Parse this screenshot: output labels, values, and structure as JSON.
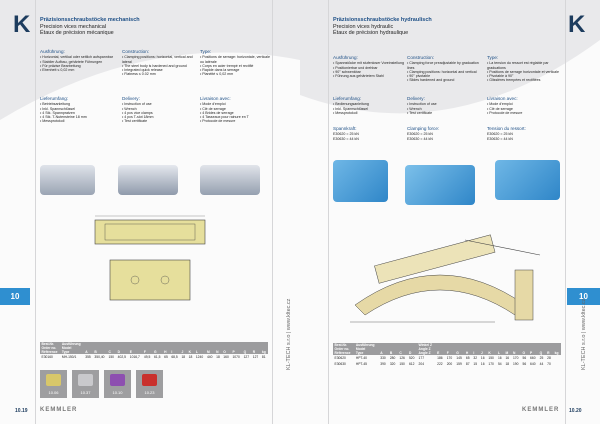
{
  "left": {
    "logo": "K",
    "title": [
      "Präzisionsschraubstöcke mechanisch",
      "Precision vices mechanical",
      "Étaux de précision mécanique"
    ],
    "columns": [
      {
        "heading": "Ausführung:",
        "items": [
          "• Horizontal, vertikal oder seitlich aufspannbar",
          "• Stabiler Aufbau, gehärtete Führungen",
          "• Für präzise Bearbeitung",
          "• Ebenheit ≤ 0,02 mm"
        ]
      },
      {
        "heading": "Construction:",
        "items": [
          "• Clamping positions: horizontal, vertical and lateral",
          "• The steel body is hardened and ground",
          "• Integrated quick release",
          "• Flatness ≤ 0.02 mm"
        ]
      },
      {
        "heading": "Type:",
        "items": [
          "• Positions de serrage: horizontale, verticale ou latérale",
          "• Corps en acier trempé et rectifié",
          "• Rapide dans la serrage",
          "• Planéité ≤ 0,02 mm"
        ]
      },
      {
        "heading": "Lieferumfang:",
        "items": [
          "• Betriebsanleitung",
          "• Inkl. Spannschlüssel",
          "• 4 Stk. Spannpratzen",
          "• 4 Stk. T-Nutensteine 18 mm",
          "• Messprotokoll"
        ]
      },
      {
        "heading": "Delivery:",
        "items": [
          "• Instruction of use",
          "• Wrench",
          "• 4 pcs vice clamps",
          "• 4 pcs T-slot 18mm",
          "• Test certificate"
        ]
      },
      {
        "heading": "Livraison avec:",
        "items": [
          "• Mode d'emploi",
          "• Clé de serrage",
          "• 4 Brides de serrage",
          "• 4 Tasseaux pour rainure en T",
          "• Protocole de mesure"
        ]
      }
    ],
    "table": {
      "headers": [
        "Best.Nr.\nOrder no.\nRéférence",
        "Ausführung\nModel\nType",
        "A",
        "B",
        "C",
        "D",
        "E",
        "F",
        "G",
        "H",
        "I",
        "J",
        "K",
        "L",
        "M",
        "N",
        "O",
        "P",
        "Q",
        "R",
        "kg"
      ],
      "rows": [
        [
          "E30160",
          "MH-150/1",
          "355",
          "350,40",
          "150",
          "402,5",
          "1016,7",
          "49,5",
          "61,5",
          "65",
          "68,5",
          "18",
          "18",
          "1240",
          "440",
          "18",
          "160",
          "1070",
          "127",
          "127",
          "81"
        ]
      ]
    },
    "accessories": [
      "10.06",
      "10.37",
      "10.10",
      "10.23"
    ],
    "page_number": "10.19",
    "brand": "KEMMLER",
    "side_tab": "10",
    "side_text": "KL-TECH s.r.o | www.kltec.cz"
  },
  "right": {
    "logo": "K",
    "title": [
      "Präzisionsschraubstöcke hydraulisch",
      "Precision vices hydraulic",
      "Étaux de précision hydraulique"
    ],
    "columns": [
      {
        "heading": "Ausführung:",
        "items": [
          "• Spannstöcke mit stufenloser Voreinstellung",
          "• Positionierbar und drehbar",
          "• 90° schwenkbar",
          "• Führung aus gehärtetem Stahl"
        ]
      },
      {
        "heading": "Construction:",
        "items": [
          "• Clamping force preadjustable by graduation lines",
          "• Clamping positions: horizontal and vertical",
          "• 90° pivotable",
          "• Slides hardened and ground"
        ]
      },
      {
        "heading": "Type:",
        "items": [
          "• La tension du ressort est réglable par graduations",
          "• Positions de serrage horizontale et verticale",
          "• Pivotable à 90°",
          "• Glissières trempées et rectifiées"
        ]
      },
      {
        "heading": "Lieferumfang:",
        "items": [
          "• Bedienungsanleitung",
          "• Inkl. Spannschlüssel",
          "• Messprotokoll"
        ]
      },
      {
        "heading": "Delivery:",
        "items": [
          "• Instruction of use",
          "• Wrench",
          "• Test certificate"
        ]
      },
      {
        "heading": "Livraison avec:",
        "items": [
          "• Mode d'emploi",
          "• Clé de serrage",
          "• Protocole de mesure"
        ]
      }
    ],
    "forces": [
      {
        "heading": "Spannkraft:",
        "items": [
          "E30620 = 25 kN",
          "E30630 = 44 kN"
        ]
      },
      {
        "heading": "Clamping force:",
        "items": [
          "E30620 = 25 kN",
          "E30630 = 44 kN"
        ]
      },
      {
        "heading": "Tension du ressort:",
        "items": [
          "E30620 = 25 kN",
          "E30630 = 44 kN"
        ]
      }
    ],
    "table": {
      "headers": [
        "Best.Nr.\nOrder no.\nRéférence",
        "Ausführung\nModel\nType",
        "A",
        "B",
        "C",
        "D",
        "Winkel Z\nAngle Z\nAngle Z",
        "E",
        "F",
        "G",
        "H",
        "I",
        "J",
        "K",
        "L",
        "M",
        "N",
        "O",
        "P",
        "Q",
        "R",
        "kg"
      ],
      "rows": [
        [
          "E30620",
          "HPT-40",
          "330",
          "280",
          "126",
          "520",
          "177",
          "186",
          "170",
          "145",
          "65",
          "32",
          "16",
          "150",
          "16",
          "16",
          "170",
          "56",
          "660",
          "25",
          "28"
        ],
        [
          "E30630",
          "HPT-45",
          "390",
          "320",
          "150",
          "612",
          "204",
          "222",
          "200",
          "159",
          "87",
          "15",
          "16",
          "170",
          "54",
          "18",
          "190",
          "56",
          "640",
          "44",
          "70"
        ]
      ]
    },
    "page_number": "10.20",
    "brand": "KEMMLER",
    "side_tab": "10",
    "side_text": "KL-TECH s.r.o | www.kltec.cz"
  },
  "colors": {
    "accent": "#2f8fd0",
    "navy": "#1d3c5e",
    "title_blue": "#1d4f86"
  }
}
